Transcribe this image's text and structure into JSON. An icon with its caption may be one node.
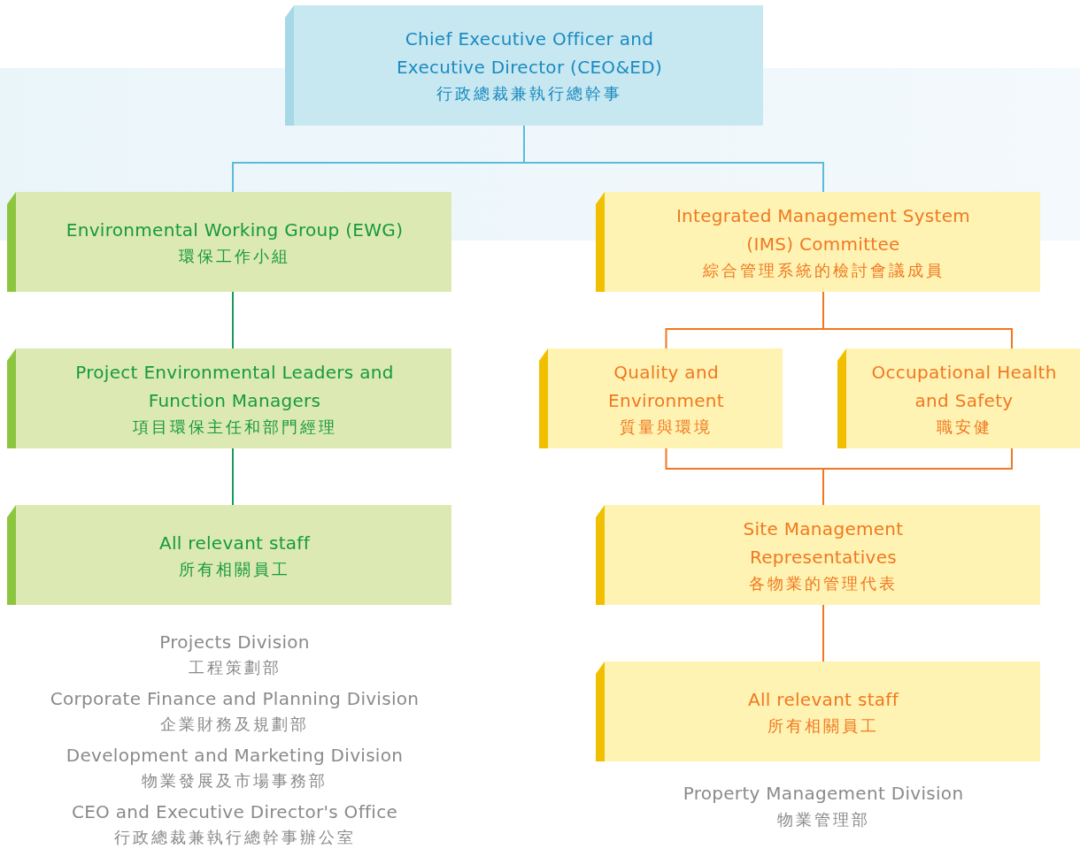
{
  "diagram": {
    "nodes": [
      {
        "text": [
          "Chief Executive Officer and Executive Director (CEO&ED)",
          "行政總裁兼執行總幹事"
        ]
      },
      {
        "text": [
          "Environmental Working Group (EWG)",
          "環保工作小組"
        ]
      },
      {
        "text": [
          "Integrated Management System (IMS) Committee",
          "綜合管理系統的檢討會議成員"
        ]
      },
      {
        "text": [
          "Project Environmental Leaders and Function Managers",
          "項目環保主任和部門經理"
        ]
      },
      {
        "text": [
          "Quality and Environment",
          "質量與環境"
        ]
      },
      {
        "text": [
          "Occupational Health and Safety",
          "職安健"
        ]
      },
      {
        "text": [
          "All relevant staff",
          "所有相關員工"
        ]
      },
      {
        "text": [
          "Site Management Representatives",
          "各物業的管理代表"
        ]
      },
      {
        "text": [
          "All relevant staff",
          "所有相關員工"
        ]
      }
    ],
    "edges": [
      {
        "from": 0,
        "to": 1,
        "arrow": "none",
        "color": "#5bbcd8"
      },
      {
        "from": 0,
        "to": 2,
        "arrow": "none",
        "color": "#5bbcd8"
      },
      {
        "from": 1,
        "to": 3,
        "arrow": "none",
        "color": "#1a9a5a"
      },
      {
        "from": 3,
        "to": 6,
        "arrow": "none",
        "color": "#1a9a5a"
      },
      {
        "from": 2,
        "to": 4,
        "arrow": "none"
      },
      {
        "from": 2,
        "to": 5,
        "arrow": "none"
      },
      {
        "from": 4,
        "to": 7,
        "arrow": "none"
      },
      {
        "from": 5,
        "to": 7,
        "arrow": "none"
      },
      {
        "from": 7,
        "to": 8,
        "arrow": "none"
      }
    ],
    "labels": [
      "Projects Division",
      "工程策劃部",
      "Corporate Finance and Planning Division",
      "企業財務及規劃部",
      "Development and Marketing Division",
      "物業發展及市場事務部",
      "CEO and Executive Director's Office",
      "行政總裁兼執行總幹事辦公室",
      "Property Management Division",
      "物業管理部"
    ]
  }
}
